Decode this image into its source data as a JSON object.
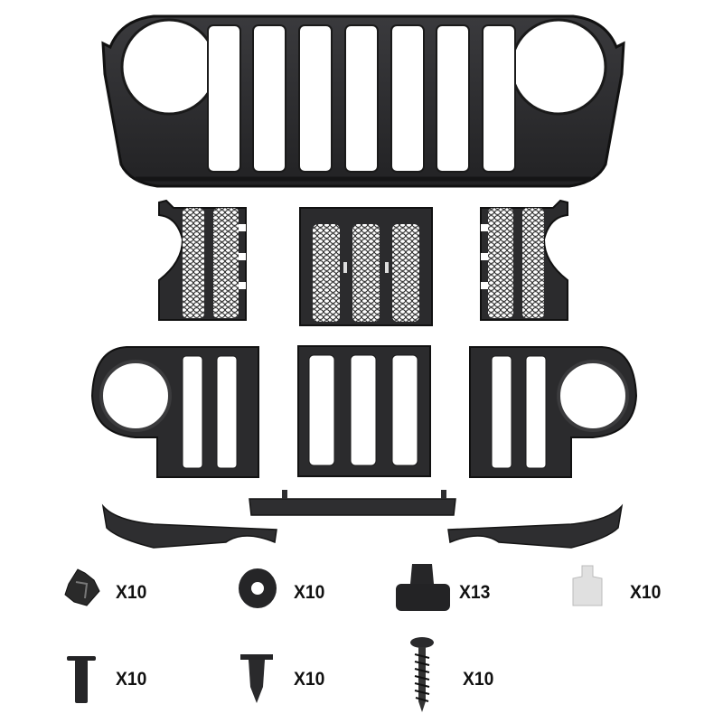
{
  "product": {
    "description": "Grille kit with mesh inserts, headlight bezels, lower trim pieces and mounting hardware",
    "colors": {
      "part": "#2a2a2c",
      "part_edge": "#111112",
      "part_highlight": "#4a4a4d",
      "background": "#ffffff",
      "clear_clip": "#d8d8d8"
    }
  },
  "parts": {
    "main_grille": {
      "slots": 7,
      "headlight_openings": 2
    },
    "mesh_inserts": [
      {
        "position": "left"
      },
      {
        "position": "center"
      },
      {
        "position": "right"
      }
    ],
    "bezel_inserts": [
      {
        "position": "left",
        "headlight_ring": true
      },
      {
        "position": "center",
        "headlight_ring": false
      },
      {
        "position": "right",
        "headlight_ring": true
      }
    ],
    "lower_trim": [
      {
        "position": "left"
      },
      {
        "position": "center"
      },
      {
        "position": "right"
      }
    ]
  },
  "hardware": [
    {
      "name": "u-nut clip",
      "qty_label": "X10"
    },
    {
      "name": "washer",
      "qty_label": "X10"
    },
    {
      "name": "push retainer",
      "qty_label": "X13"
    },
    {
      "name": "clear clip",
      "qty_label": "X10"
    },
    {
      "name": "push pin rivet",
      "qty_label": "X10"
    },
    {
      "name": "christmas tree clip",
      "qty_label": "X10"
    },
    {
      "name": "screw",
      "qty_label": "X10"
    }
  ]
}
